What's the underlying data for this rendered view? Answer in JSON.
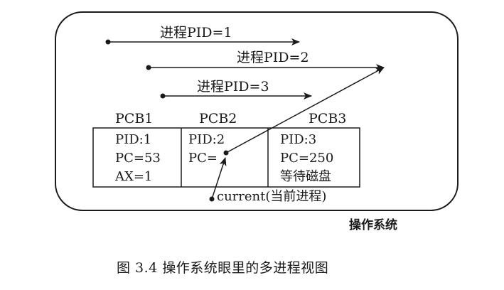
{
  "processes": [
    {
      "label": "进程PID=1"
    },
    {
      "label": "进程PID=2"
    },
    {
      "label": "进程PID=3"
    }
  ],
  "pcbs": [
    {
      "header": "PCB1",
      "lines": [
        "PID:1",
        "PC=53",
        "AX=1"
      ]
    },
    {
      "header": "PCB2",
      "lines": [
        "PID:2",
        "PC="
      ]
    },
    {
      "header": "PCB3",
      "lines": [
        "PID:3",
        "PC=250",
        "等待磁盘"
      ]
    }
  ],
  "current_label": "current(当前进程)",
  "os_label": "操作系统",
  "caption": "图 3.4  操作系统眼里的多进程视图"
}
